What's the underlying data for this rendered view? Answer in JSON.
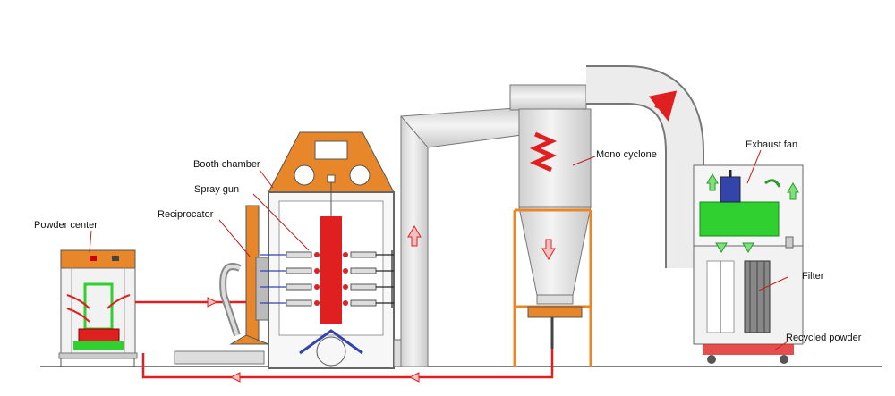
{
  "labels": {
    "powder_center": "Powder center",
    "reciprocator": "Reciprocator",
    "booth_chamber": "Booth chamber",
    "spray_gun": "Spray gun",
    "mono_cyclone": "Mono cyclone",
    "exhaust_fan": "Exhaust fan",
    "filter": "Filter",
    "recycled_powder": "Recycled powder"
  },
  "colors": {
    "frame_orange": "#e8872a",
    "pipe_gray": "#e6e6e6",
    "flow_red": "#e02020",
    "fan_green": "#2fd02f",
    "airflow_green": "#7ee07e"
  },
  "icons": [
    "flow-arrow-icon",
    "airflow-arrow-icon",
    "spray-gun-icon",
    "fan-motor-icon"
  ]
}
